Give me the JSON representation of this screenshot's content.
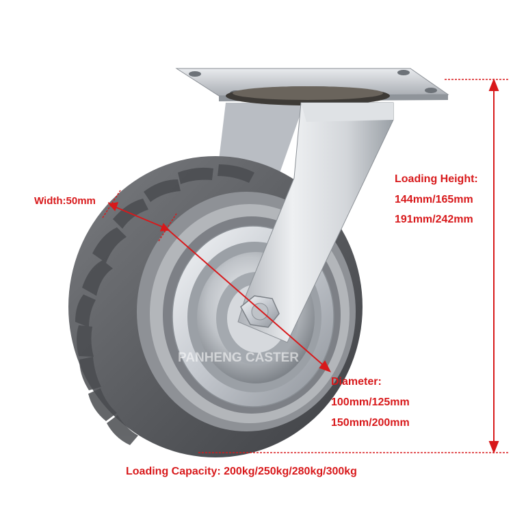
{
  "image": {
    "subject": "swivel caster wheel with gray polyurethane tread and zinc-plated steel bracket",
    "watermark": "PANHENG CASTER"
  },
  "annotations": {
    "width": "Width:50mm",
    "loading_height": {
      "title": "Loading Height:",
      "values_line1": "144mm/165mm",
      "values_line2": "191mm/242mm"
    },
    "diameter": {
      "title": "Diameter:",
      "values_line1": "100mm/125mm",
      "values_line2": "150mm/200mm"
    },
    "capacity": {
      "prefix": "Loading Capacity: ",
      "values": "200kg/250kg/280kg/300kg"
    }
  },
  "colors": {
    "annotation_red": "#d8191b",
    "tire_gray": "#5e6064",
    "metal_silver": "#c9ccd1"
  }
}
